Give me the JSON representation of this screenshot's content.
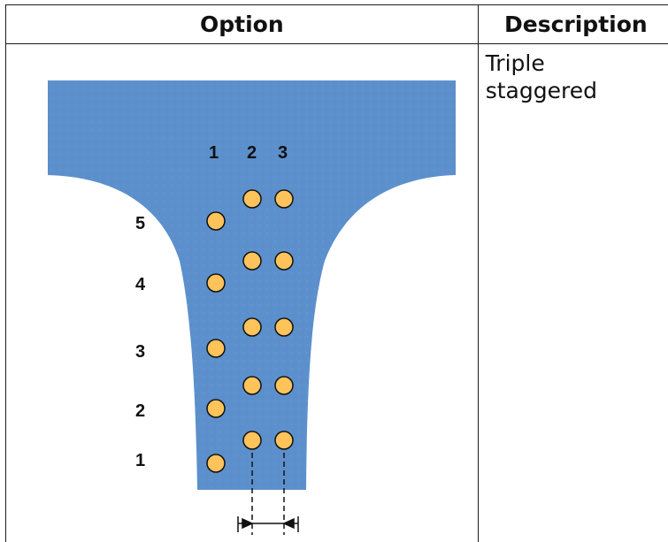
{
  "table": {
    "headers": {
      "option": "Option",
      "description": "Description"
    },
    "rows": [
      {
        "description": "Triple staggered"
      }
    ]
  },
  "diagram": {
    "fill_color": "#5b90cc",
    "bolt_color": "#ffc35c",
    "column_labels": [
      "1",
      "2",
      "3"
    ],
    "row_labels": [
      "5",
      "4",
      "3",
      "2",
      "1"
    ],
    "bolt_columns": 3
  }
}
